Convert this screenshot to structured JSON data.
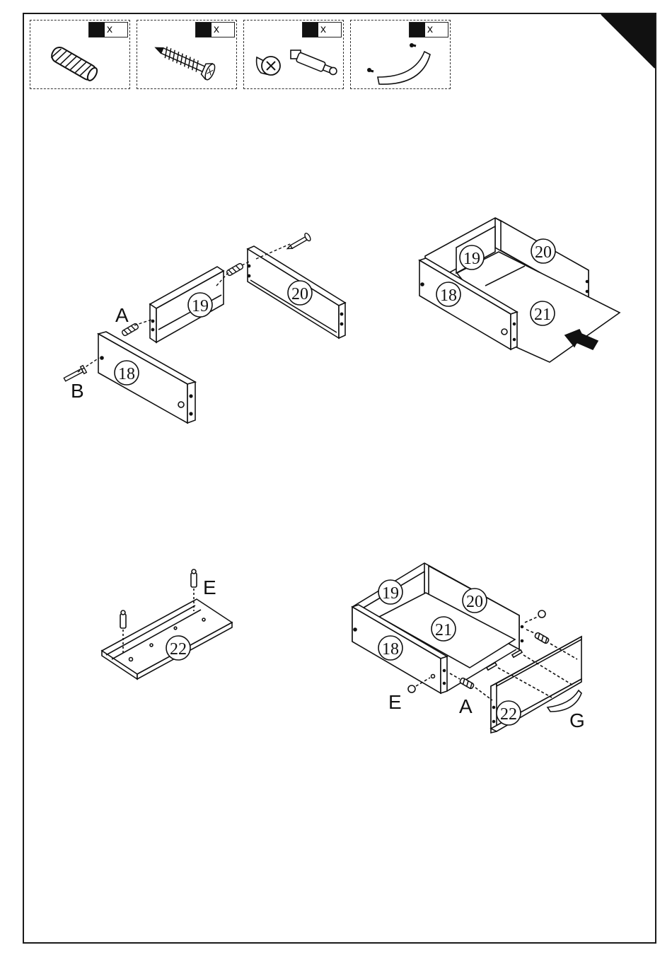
{
  "hardware": [
    {
      "icon": "dowel-icon",
      "qty_mark": "x"
    },
    {
      "icon": "screw-icon",
      "qty_mark": "x"
    },
    {
      "icon": "cam-lock-icon",
      "qty_mark": "x"
    },
    {
      "icon": "handle-icon",
      "qty_mark": "x"
    }
  ],
  "parts": {
    "p18": "18",
    "p19": "19",
    "p20": "20",
    "p21": "21",
    "p22": "22"
  },
  "letters": {
    "A": "A",
    "B": "B",
    "E": "E",
    "G": "G"
  },
  "colors": {
    "ink": "#111111",
    "panel": "#ffffff"
  }
}
